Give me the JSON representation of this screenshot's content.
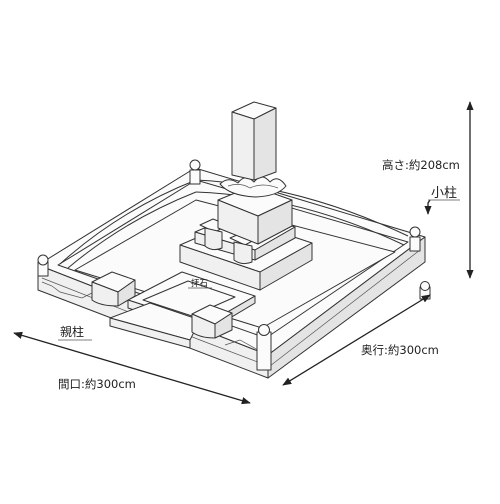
{
  "labels": {
    "height": "高さ:約208cm",
    "small_pillar": "小柱",
    "depth": "奥行:約300cm",
    "width": "間口:約300cm",
    "main_pillar": "親柱",
    "kneeling_stone": "拝石"
  },
  "colors": {
    "line": "#333333",
    "fill_light": "#fbfbfb",
    "fill_shade": "#f0f0f0",
    "background": "#ffffff"
  }
}
